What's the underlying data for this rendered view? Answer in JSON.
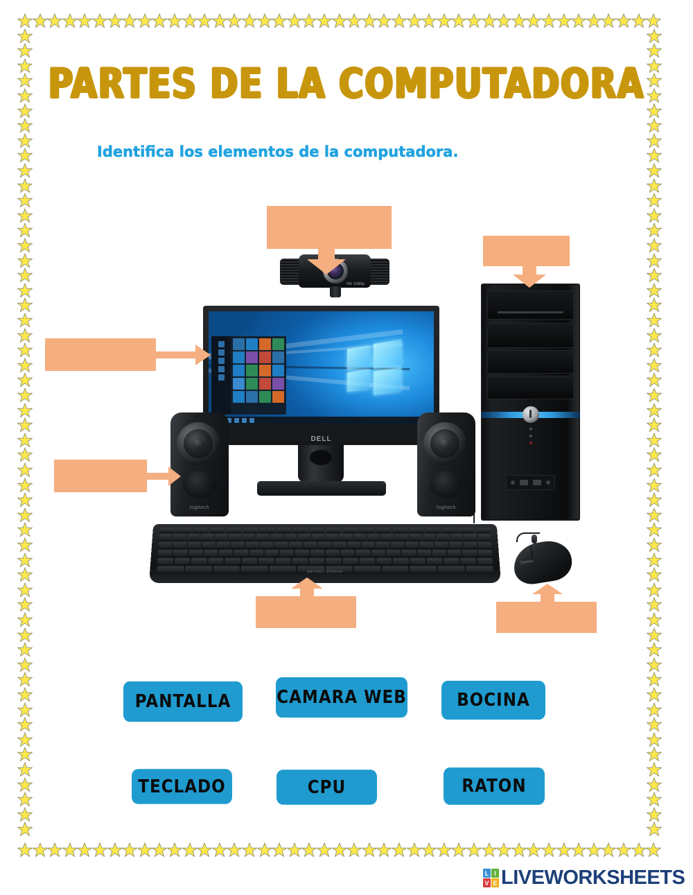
{
  "page": {
    "title": "PARTES DE LA COMPUTADORA",
    "instruction": "Identifica los elementos de la computadora.",
    "title_color": "#c8960c",
    "instruction_color": "#22a3e0",
    "background": "#ffffff",
    "border_style": "yellow-star-frame"
  },
  "colors": {
    "dropbox_fill": "#f5ae80",
    "word_tile_fill": "#1f9bd0",
    "word_tile_text": "#0b0b0b",
    "star_fill": "#ffe94a",
    "star_stroke": "#9a9a7a",
    "logo_text": "#1c3f78"
  },
  "dropboxes": [
    {
      "id": "webcam",
      "label": "",
      "placeholder": "",
      "arrow": "down",
      "target": "webcam"
    },
    {
      "id": "tower",
      "label": "",
      "placeholder": "",
      "arrow": "down",
      "target": "cpu-tower"
    },
    {
      "id": "monitor",
      "label": "",
      "placeholder": "",
      "arrow": "right",
      "target": "monitor-screen"
    },
    {
      "id": "speaker",
      "label": "",
      "placeholder": "",
      "arrow": "right",
      "target": "speaker-left"
    },
    {
      "id": "keyboard",
      "label": "",
      "placeholder": "",
      "arrow": "up",
      "target": "keyboard"
    },
    {
      "id": "mouse",
      "label": "",
      "placeholder": "",
      "arrow": "up",
      "target": "mouse"
    }
  ],
  "word_bank": {
    "items": [
      {
        "label": "PANTALLA"
      },
      {
        "label": "CAMARA WEB"
      },
      {
        "label": "BOCINA"
      },
      {
        "label": "TECLADO"
      },
      {
        "label": "CPU"
      },
      {
        "label": "RATON"
      }
    ]
  },
  "illustration": {
    "monitor": {
      "brand": "DELL",
      "screen_content": "Windows 10 desktop with Start menu"
    },
    "webcam": {
      "spec": "HD 1080p"
    },
    "speakers": {
      "brand": "logitech"
    },
    "keyboard": {
      "brand": "perfect choice"
    },
    "mouse": {
      "brand": "Genius"
    },
    "tower": {
      "description": "black desktop tower with blue stripe"
    }
  },
  "footer": {
    "logo_blocks": [
      {
        "letter": "L",
        "color": "#3b8fd4"
      },
      {
        "letter": "I",
        "color": "#64b33c"
      },
      {
        "letter": "V",
        "color": "#d93d3d"
      },
      {
        "letter": "E",
        "color": "#f2b01e"
      }
    ],
    "brand": "LIVEWORKSHEETS"
  }
}
